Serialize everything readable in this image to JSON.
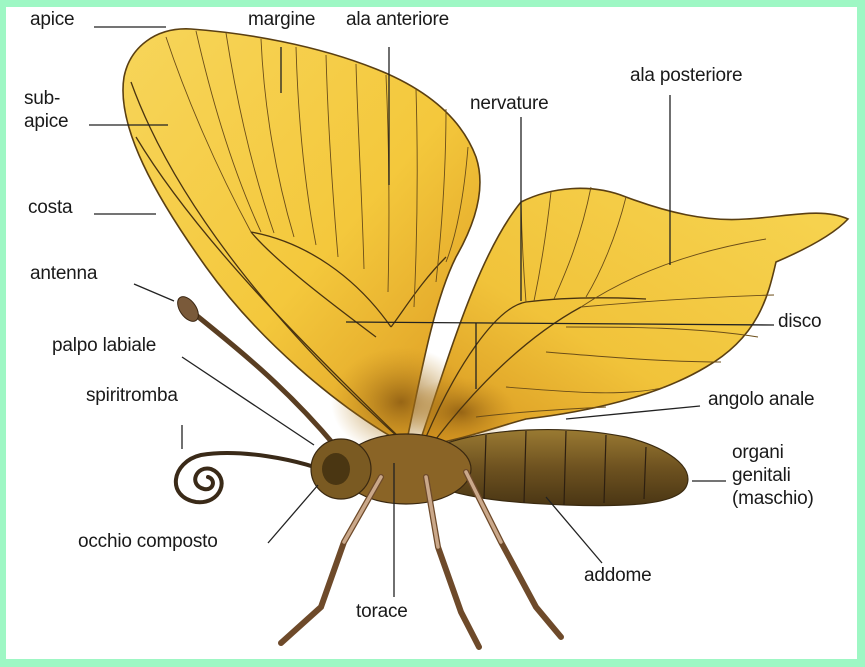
{
  "labels": {
    "apice": "apice",
    "margine": "margine",
    "ala_anteriore": "ala anteriore",
    "sub_apice": [
      "sub-",
      "apice"
    ],
    "ala_posteriore": "ala posteriore",
    "nervature": "nervature",
    "costa": "costa",
    "antenna": "antenna",
    "disco": "disco",
    "palpo_labiale": "palpo labiale",
    "spiritromba": "spiritromba",
    "angolo_anale": "angolo anale",
    "organi_genitali": [
      "organi",
      "genitali",
      "(maschio)"
    ],
    "occhio_composto": "occhio composto",
    "addome": "addome",
    "torace": "torace"
  },
  "colors": {
    "background": "#9ef7c4",
    "wing_fill": "#f6d048",
    "wing_shade": "#e2a22a",
    "body": "#7a5a22"
  }
}
